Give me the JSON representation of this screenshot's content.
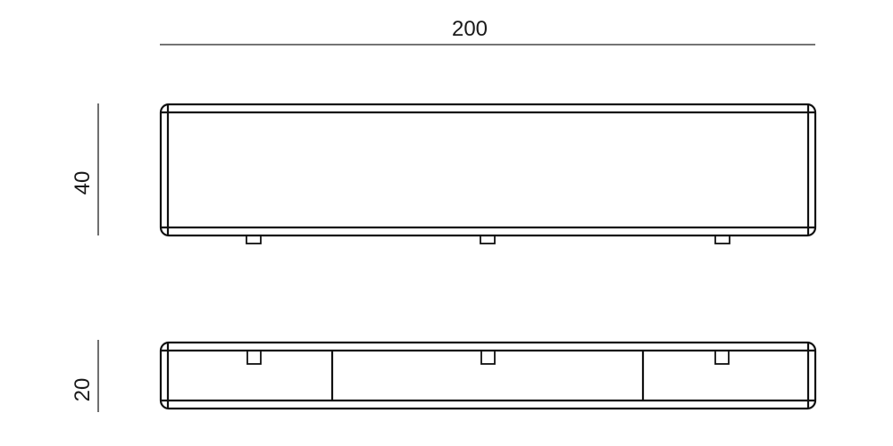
{
  "drawing": {
    "type": "shelf-dimension-drawing",
    "line_color": "#111111",
    "dimensions": {
      "width": "200",
      "front_height": "40",
      "top_depth": "20"
    },
    "views": [
      {
        "name": "front-view",
        "feet_count": 3
      },
      {
        "name": "top-view",
        "compartments": 3,
        "bracket_count": 3
      }
    ]
  }
}
